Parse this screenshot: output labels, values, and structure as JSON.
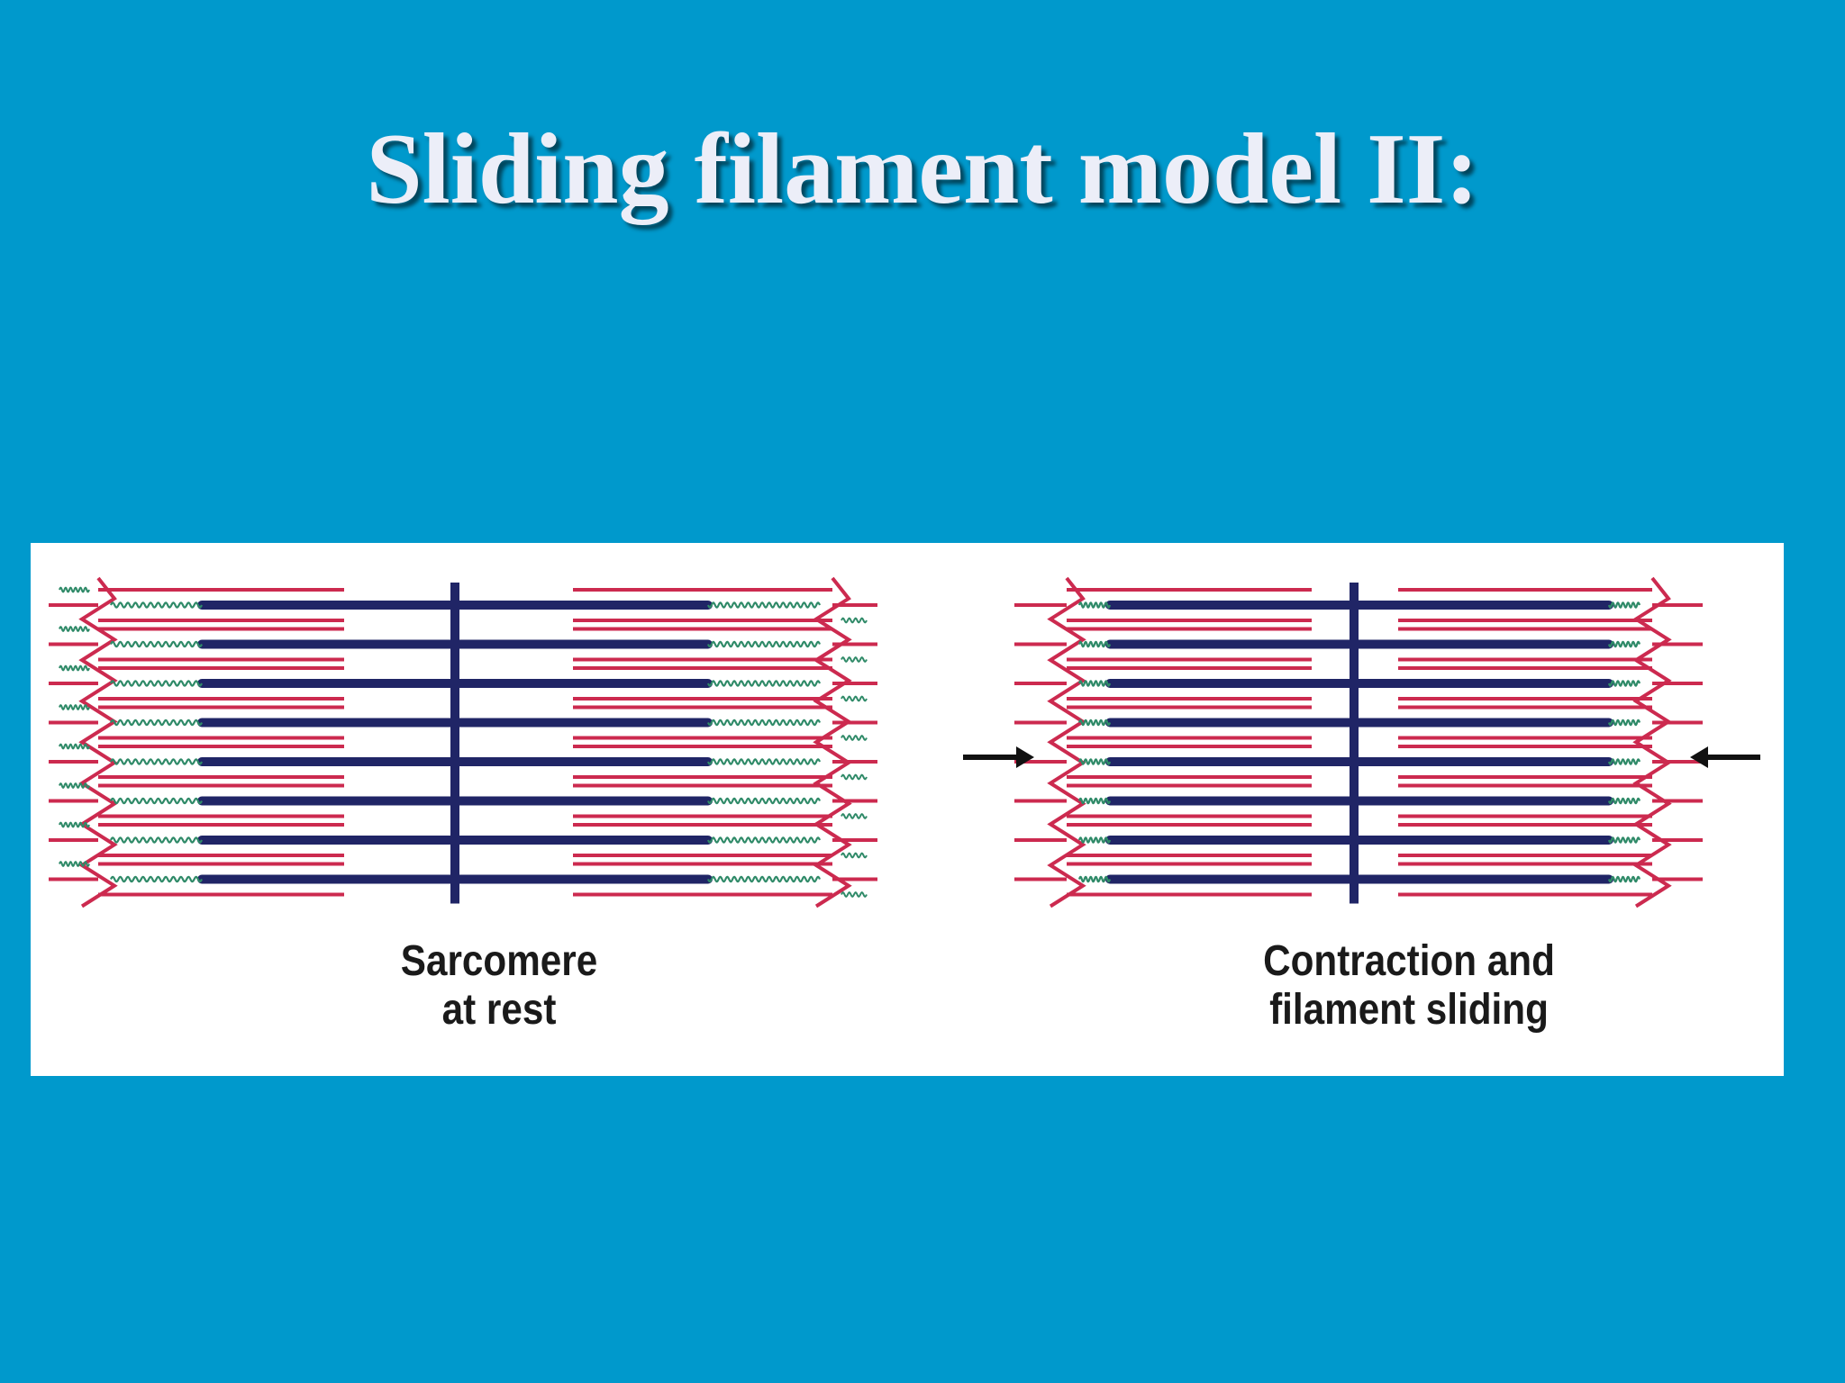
{
  "slide": {
    "title": "Sliding filament model II:",
    "background_color": "#0099cc",
    "title_color": "#eceef8"
  },
  "diagram": {
    "rest_panel": {
      "caption_line1": "Sarcomere",
      "caption_line2": "at rest",
      "state": "relaxed"
    },
    "contracted_panel": {
      "caption_line1": "Contraction and",
      "caption_line2": "filament sliding",
      "state": "contracted",
      "arrows": [
        "arrow-right-icon",
        "arrow-left-icon"
      ]
    },
    "filament_rows": 8,
    "colors": {
      "thin_filament": "#cc2a4f",
      "thick_filament": "#202566",
      "titin_spring": "#2f8a68",
      "arrow": "#111111"
    }
  }
}
